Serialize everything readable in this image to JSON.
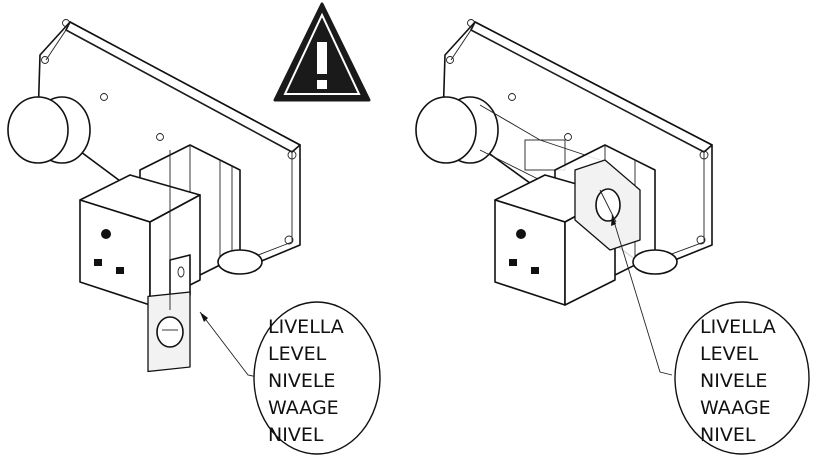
{
  "warning": {
    "icon": "warning-triangle-icon",
    "color": "#1a1a1a"
  },
  "callouts": [
    {
      "lines": [
        "LIVELLA",
        "LEVEL",
        "NIVELE",
        "WAAGE",
        "NIVEL"
      ]
    },
    {
      "lines": [
        "LIVELLA",
        "LEVEL",
        "NIVELE",
        "WAAGE",
        "NIVEL"
      ]
    }
  ]
}
